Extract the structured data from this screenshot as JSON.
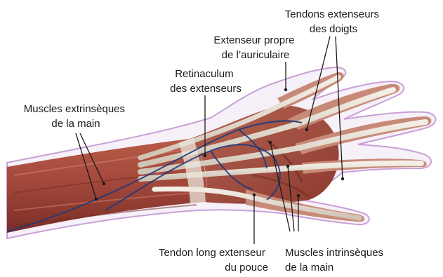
{
  "labels": {
    "tendons_doigts": [
      "Tendons extenseurs",
      "des doigts"
    ],
    "auriculaire": [
      "Extenseur propre",
      "de l’auriculaire"
    ],
    "retinaculum": [
      "Retinaculum",
      "des extenseurs"
    ],
    "extrinseques": [
      "Muscles extrinsèques",
      "de la main"
    ],
    "pouce": [
      "Tendon long extenseur",
      "du pouce"
    ],
    "intrinseques": [
      "Muscles intrinsèques",
      "de la main"
    ]
  },
  "colors": {
    "background": "#ffffff",
    "skin_outline": "#c9a0d6",
    "muscle": "#a6493c",
    "muscle_dark": "#7e2f26",
    "tendon": "#e8e0d4",
    "vein": "#1f3a7a",
    "label_text": "#1a1a1a"
  }
}
